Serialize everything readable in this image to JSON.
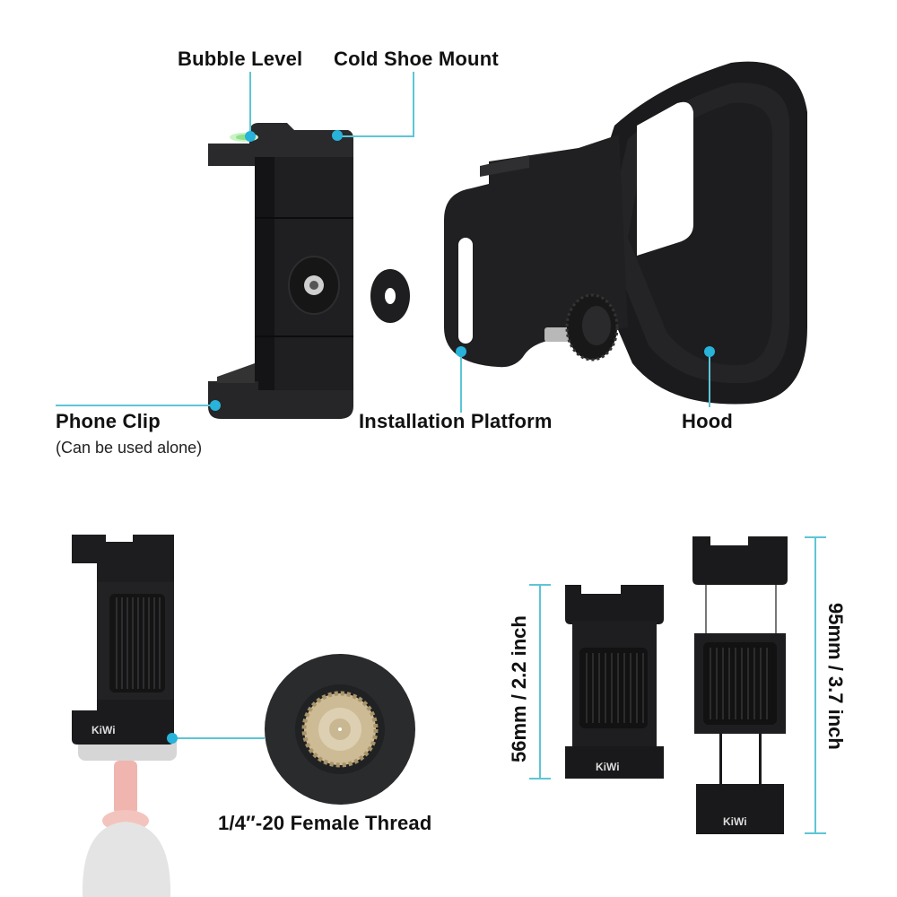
{
  "callouts": {
    "bubble_level": "Bubble Level",
    "cold_shoe_mount": "Cold Shoe Mount",
    "phone_clip": "Phone Clip",
    "phone_clip_note": "(Can be used alone)",
    "installation_platform": "Installation Platform",
    "hood": "Hood",
    "female_thread": "1/4″-20 Female Thread"
  },
  "dimensions": {
    "closed": "56mm / 2.2 inch",
    "extended": "95mm / 3.7 inch"
  },
  "brand": {
    "logo_text": "KiWi"
  },
  "colors": {
    "accent_line": "#5cc6d6",
    "accent_dot": "#27b3da",
    "product_black": "#1c1c1e",
    "text": "#111111"
  }
}
